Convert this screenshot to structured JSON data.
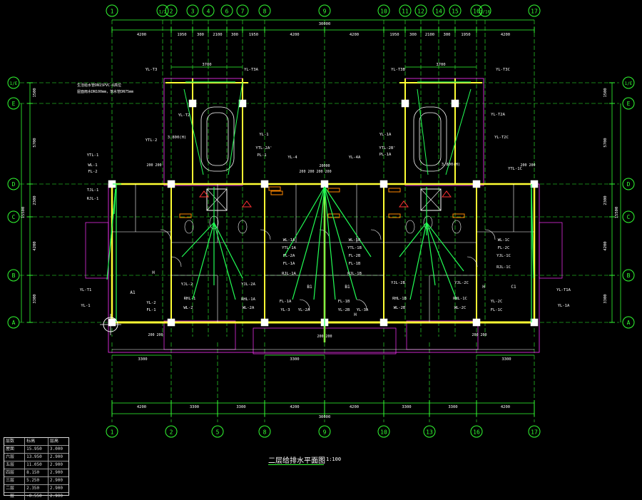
{
  "colors": {
    "background": "#000000",
    "axis": "#33ff33",
    "bubble": "#33ff33",
    "dimension": "#33ff33",
    "wall": "#ffff33",
    "room_line": "#ffffff",
    "magenta": "#ff33ff",
    "pipe": "#22ff55",
    "text": "#ffffff",
    "red": "#ff3333",
    "orange": "#ff8800",
    "column": "#ffffff"
  },
  "drawing": {
    "title": "二层给排水平面图",
    "scale": "1:100"
  },
  "axes": {
    "vertical_top": [
      "1",
      "1/2",
      "2",
      "3",
      "4",
      "6",
      "7",
      "8",
      "9",
      "10",
      "11",
      "12",
      "14",
      "15",
      "16",
      "1/16",
      "17"
    ],
    "vertical_bottom": [
      "1",
      "2",
      "5",
      "8",
      "9",
      "10",
      "13",
      "16",
      "17"
    ],
    "horizontal_left": [
      "1/E",
      "E",
      "D",
      "C",
      "B",
      "A"
    ],
    "horizontal_right": [
      "1/E",
      "E",
      "D",
      "C",
      "B",
      "A"
    ]
  },
  "dimensions": {
    "top_row": [
      "4200",
      "1950",
      "300",
      "2100",
      "300",
      "1950",
      "4200",
      "4200",
      "1950",
      "300",
      "2100",
      "300",
      "1950",
      "4200"
    ],
    "top_total": "30000",
    "inner_left": "3700",
    "inner_right": "3700",
    "bottom_row": [
      "4200",
      "3300",
      "3300",
      "4200",
      "4200",
      "3300",
      "3300",
      "4200"
    ],
    "bottom_total": "30000",
    "bottom_local_left": "3300",
    "bottom_local_mid": "3300",
    "bottom_local_right": "3300",
    "left_side": [
      "1500",
      "5700",
      "2300",
      "4200",
      "3300"
    ],
    "left_total": "15500",
    "right_side": [
      "1500",
      "5700",
      "2300",
      "4200",
      "3300"
    ],
    "right_total": "15500"
  },
  "pipe_labels": [
    "YL-T3",
    "YL-T3A",
    "YL-T3B",
    "YL-T3C",
    "YL-T2",
    "YL-T2A",
    "YTL-2",
    "YTL-2A'",
    "YTL-2B'",
    "YL-T2C",
    "YL-1",
    "YL-2",
    "YL-3",
    "YL-4",
    "YL-4A",
    "YTL-1",
    "YTL-1A",
    "YTL-1B",
    "YTL-1C",
    "WL-1",
    "WL-1A",
    "WL-1B",
    "WL-1C",
    "WL-2",
    "WL-2A",
    "WL-2B",
    "WL-2C",
    "FL-1",
    "FL-1A",
    "FL-1B",
    "FL-1C",
    "FL-2",
    "FL-2A",
    "FL-2B",
    "FL-2C",
    "PL-1",
    "PL-1A",
    "RJL-1",
    "RJL-1A",
    "RJL-1B",
    "RJL-1C",
    "RHL-1",
    "RHL-1A",
    "RHL-1B",
    "RHL-1C",
    "YJL-2",
    "YJL-2A",
    "YJL-2B",
    "YJL-2C",
    "YL-T1",
    "YL-T1A",
    "YL-1A",
    "YL-2A",
    "YL-2B",
    "YL-2C",
    "YL-3A",
    "TJL-1"
  ],
  "annotations": {
    "note_left": "生活给水管DN15PVC-U高位",
    "note_left2": "屋面雨水DN100mm，落水管DN75mm",
    "elev_left": "3.800(H)",
    "elev_right": "3.800(H)",
    "h_mark": "H",
    "room_a1": "A1",
    "room_b1": "B1",
    "room_b1r": "B1",
    "room_c1": "C1",
    "dim_200_200_1": "200 200",
    "dim_200_200_2": "200 200",
    "dim_200_200_3": "200 200",
    "dim_200_200_4": "200 200",
    "dim_200_200_c": "200 200 200 200",
    "dim_20000": "20000",
    "dim_2000": "200 200"
  },
  "title_block": {
    "rows": [
      [
        "层数",
        "标高",
        "层高"
      ],
      [
        "屋面",
        "15.950",
        "3.000"
      ],
      [
        "六层",
        "13.950",
        "2.900"
      ],
      [
        "五层",
        "11.050",
        "2.900"
      ],
      [
        "四层",
        "8.150",
        "2.900"
      ],
      [
        "三层",
        "5.250",
        "2.900"
      ],
      [
        "二层",
        "2.350",
        "2.900"
      ],
      [
        "一层",
        "-0.550",
        "2.900"
      ]
    ]
  }
}
